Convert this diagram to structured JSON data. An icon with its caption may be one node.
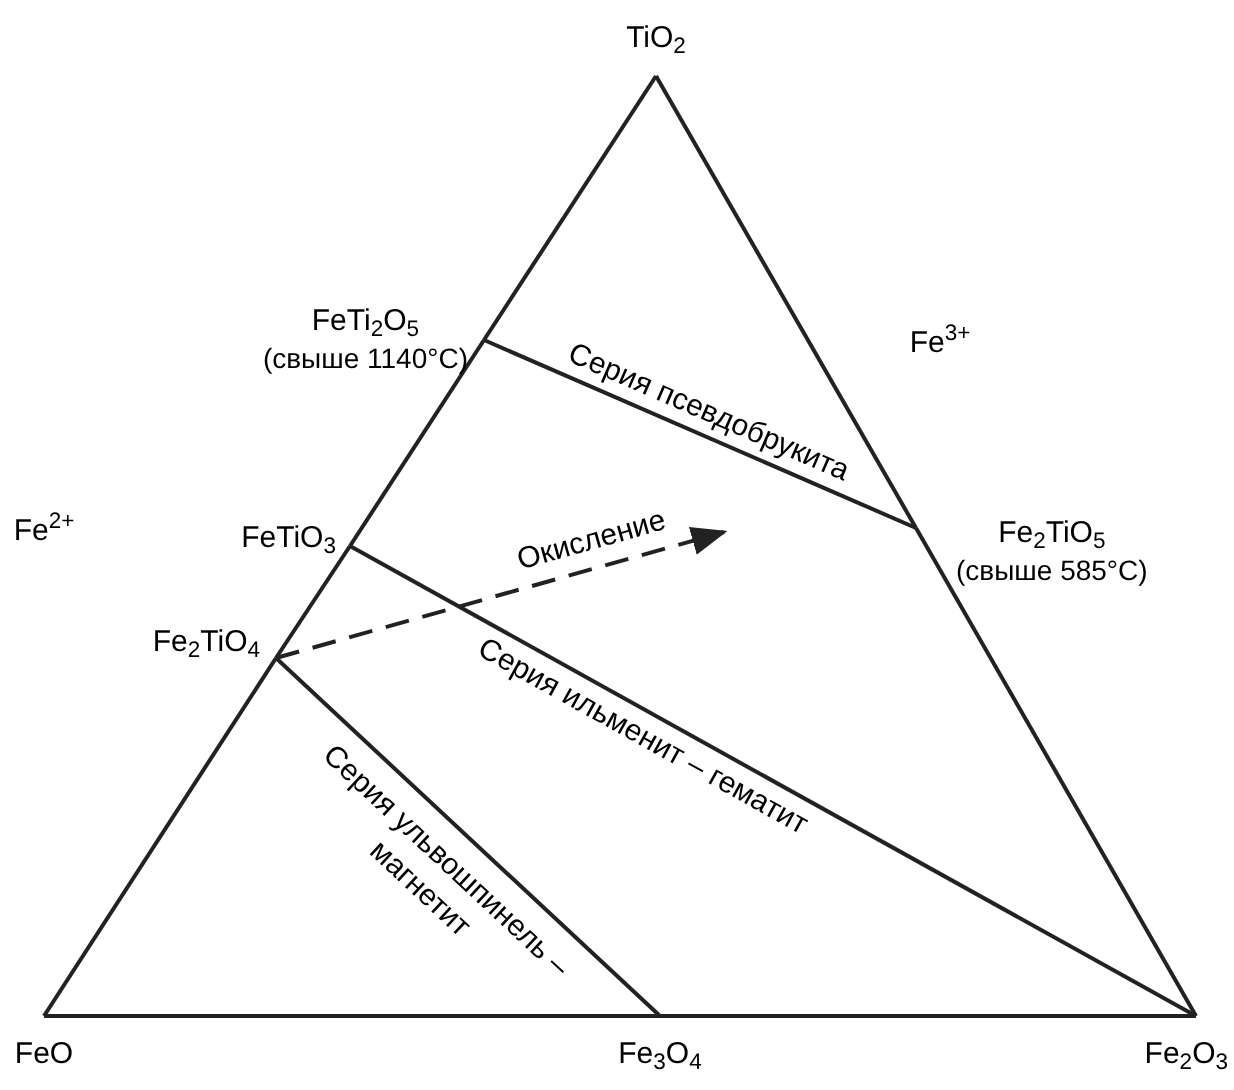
{
  "diagram": {
    "nodes": [
      {
        "text": [
          "TiO$_{2}$"
        ]
      },
      {
        "text": [
          "FeTi$_{2}$O$_{5}$"
        ],
        "beside": [
          "(свыше 1140°C)"
        ]
      },
      {
        "text": [
          "FeTiO$_{3}$"
        ]
      },
      {
        "text": [
          "Fe$_{2}$TiO$_{5}$"
        ],
        "beside": [
          "(свыше 585°C)"
        ]
      },
      {
        "text": [
          "Fe$_{2}$TiO$_{4}$"
        ]
      },
      {
        "text": [
          "FeO"
        ]
      },
      {
        "text": [
          "Fe$_{3}$O$_{4}$"
        ]
      },
      {
        "text": [
          "Fe$_{2}$O$_{3}$"
        ]
      }
    ],
    "edges": [
      {
        "from": 0,
        "to": 1,
        "arrow": "none"
      },
      {
        "from": 1,
        "to": 2,
        "arrow": "none"
      },
      {
        "from": 2,
        "to": 4,
        "arrow": "none"
      },
      {
        "from": 4,
        "to": 5,
        "arrow": "none"
      },
      {
        "from": 0,
        "to": 3,
        "arrow": "none"
      },
      {
        "from": 3,
        "to": 7,
        "arrow": "none"
      },
      {
        "from": 5,
        "to": 6,
        "arrow": "none"
      },
      {
        "from": 6,
        "to": 7,
        "arrow": "none"
      },
      {
        "from": 1,
        "to": 3,
        "arrow": "none",
        "label": "Серия псевдобрукита"
      },
      {
        "from": 2,
        "to": 7,
        "arrow": "none",
        "label": "Серия ильменит – гематит"
      },
      {
        "from": 4,
        "to": 6,
        "arrow": "none",
        "label": "Серия ульвошпинель – магнетит"
      },
      {
        "from": 4,
        "to": null,
        "arrow": "to",
        "style": "dashed",
        "label": "Окисление"
      }
    ],
    "labels": [
      "Fe$^{3+}$",
      "Fe$^{2+}$"
    ]
  }
}
